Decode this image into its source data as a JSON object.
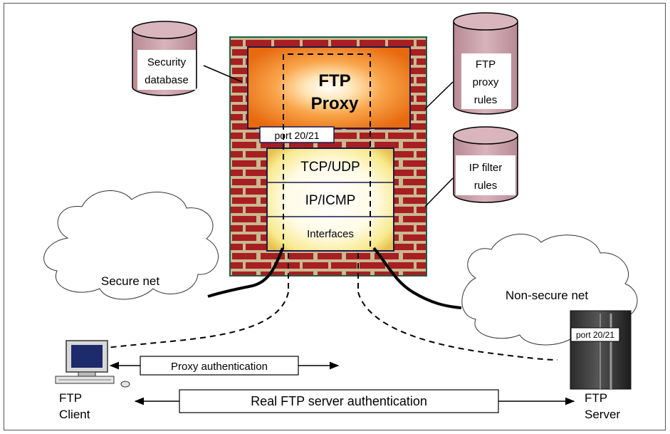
{
  "cylinders": {
    "security_db": [
      "Security",
      "database"
    ],
    "ftp_proxy_rules": [
      "FTP",
      "proxy",
      "rules"
    ],
    "ip_filter_rules": [
      "IP filter",
      "rules"
    ]
  },
  "firewall": {
    "proxy_title": [
      "FTP",
      "Proxy"
    ],
    "port_label": "port 20/21",
    "stack": [
      "TCP/UDP",
      "IP/ICMP",
      "Interfaces"
    ]
  },
  "networks": {
    "secure": "Secure net",
    "nonsecure": "Non-secure net"
  },
  "client": {
    "label": [
      "FTP",
      "Client"
    ]
  },
  "server": {
    "label": [
      "FTP",
      "Server"
    ],
    "port_label": "port 20/21"
  },
  "arrows": {
    "proxy_auth": "Proxy authentication",
    "real_auth": "Real FTP server authentication"
  },
  "colors": {
    "brick": "#a71e23",
    "mortar": "#c9b98f",
    "cylinder": "#cca3ad",
    "proxy_orange": "#f58c1e",
    "stack_yellow": "#f6e58a"
  }
}
